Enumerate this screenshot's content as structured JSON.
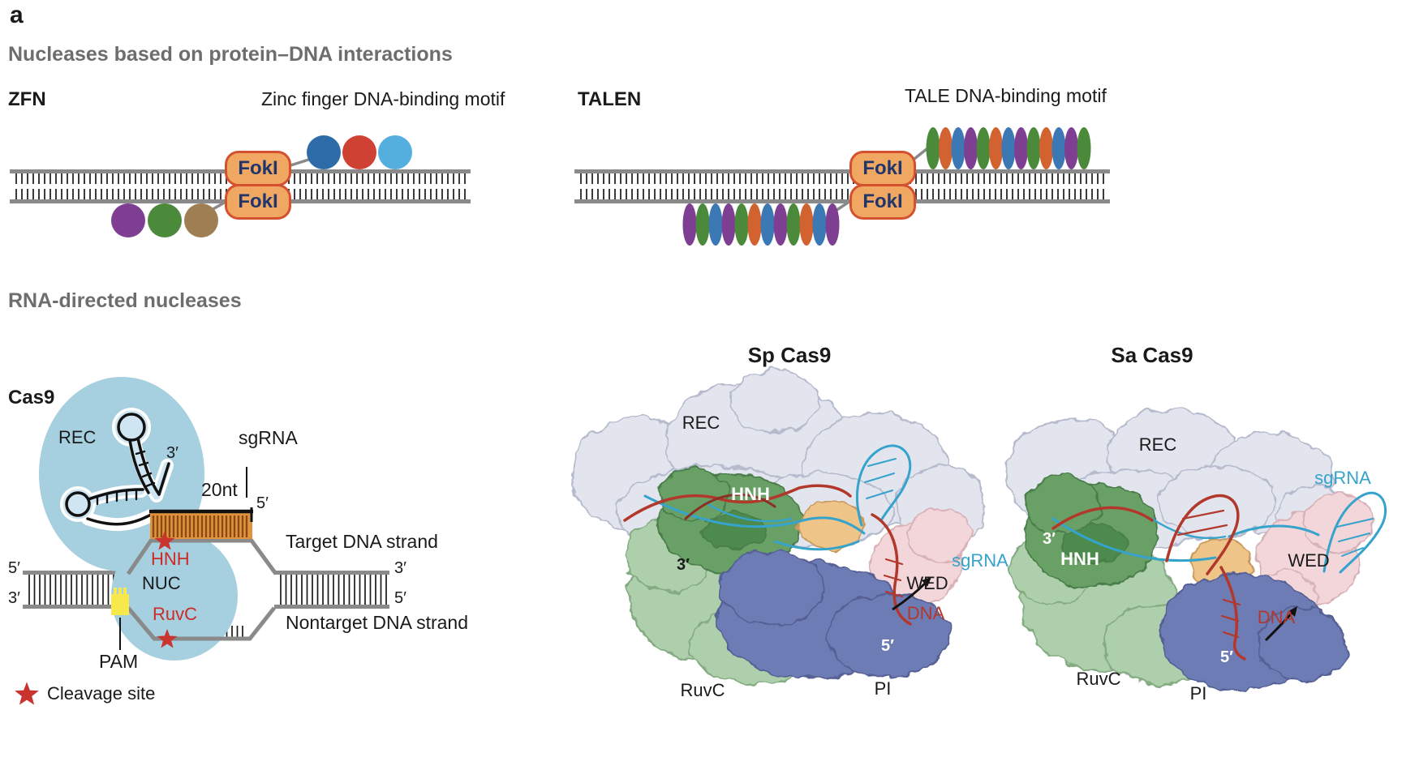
{
  "panel_label": "a",
  "sections": {
    "protein_dna_heading": "Nucleases based on protein–DNA interactions",
    "rna_directed_heading": "RNA-directed nucleases"
  },
  "zfn": {
    "label": "ZFN",
    "motif_title": "Zinc finger DNA-binding motif",
    "fok1_label": "FokI",
    "top_fingers": [
      "#2d6ca8",
      "#cf4233",
      "#54aede"
    ],
    "bottom_fingers": [
      "#7e3f92",
      "#4c8a3b",
      "#9e7e52"
    ]
  },
  "talen": {
    "label": "TALEN",
    "motif_title": "TALE DNA-binding motif",
    "fok1_label": "FokI",
    "repeat_colors": {
      "G": "#4c8a3b",
      "O": "#d2622f",
      "B": "#3c78b4",
      "P": "#7e3f92"
    },
    "top_repeats": [
      "G",
      "O",
      "B",
      "P",
      "G",
      "O",
      "B",
      "P",
      "G",
      "O",
      "B",
      "P",
      "G"
    ],
    "bottom_repeats": [
      "P",
      "G",
      "B",
      "P",
      "G",
      "O",
      "B",
      "P",
      "G",
      "O",
      "B",
      "P"
    ]
  },
  "cas9_schematic": {
    "label": "Cas9",
    "rec_label": "REC",
    "nuc_label": "NUC",
    "hnh_label": "HNH",
    "ruvc_label": "RuvC",
    "sgrna_label": "sgRNA",
    "spacer_label": "20nt",
    "pam_label": "PAM",
    "target_label": "Target DNA strand",
    "nontarget_label": "Nontarget DNA strand",
    "five_prime": "5′",
    "three_prime": "3′",
    "legend_text": "Cleavage site",
    "colors": {
      "lobe": "#a6cfe0",
      "lobe_inner": "#cfe6f2",
      "hybrid": "#e0943f",
      "hybrid_stripe": "#8a4a12",
      "pam": "#f7e84b",
      "strand_gray": "#8a8a8a",
      "rung_black": "#1a1a1a"
    }
  },
  "sp_cas9": {
    "title": "Sp Cas9",
    "labels": {
      "rec": "REC",
      "hnh": "HNH",
      "ruvc": "RuvC",
      "pi": "PI",
      "wed": "WED",
      "dna": "DNA",
      "sgrna": "sgRNA",
      "three_prime": "3′",
      "five_prime": "5′"
    }
  },
  "sa_cas9": {
    "title": "Sa Cas9",
    "labels": {
      "rec": "REC",
      "hnh": "HNH",
      "ruvc": "RuvC",
      "pi": "PI",
      "wed": "WED",
      "dna": "DNA",
      "sgrna": "sgRNA",
      "three_prime": "3′",
      "five_prime": "5′"
    }
  },
  "structure_colors": {
    "rec": "#e3e5ee",
    "rec_edge": "#b6bacd",
    "hnh": "#69a066",
    "hnh_edge": "#4a7d49",
    "hnh_dark": "#4e8a4e",
    "ruvc": "#adcfab",
    "ruvc_edge": "#84ab82",
    "pi": "#6e7cb5",
    "pi_edge": "#545f94",
    "wed": "#f2d6d9",
    "wed_edge": "#d8b2b8",
    "tan": "#eec488",
    "tan_edge": "#c89a5e",
    "sgrna": "#35a3cc",
    "dna": "#b2382c",
    "dna_dark": "#8c2f24"
  },
  "ui_colors": {
    "heading_gray": "#6d6d6d",
    "accent_red": "#cc2b28",
    "star_red": "#c9342f",
    "fok_fill": "#f0a762",
    "fok_stroke": "#d4502e",
    "fok_text": "#20366b"
  }
}
